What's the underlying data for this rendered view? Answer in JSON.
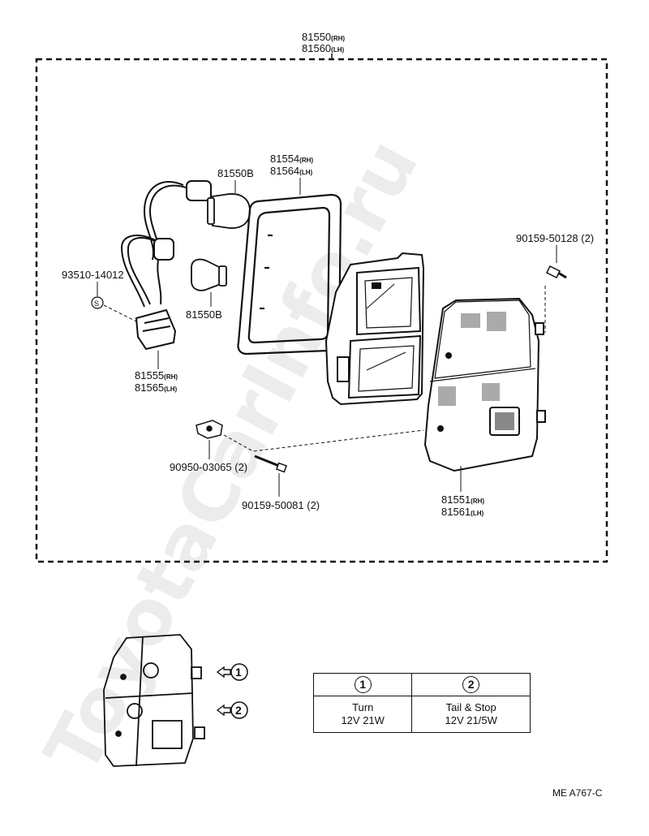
{
  "watermark": "ToyotaCarInfo.ru",
  "assembly": {
    "part_rh": "81550",
    "suffix_rh": "(RH)",
    "part_lh": "81560",
    "suffix_lh": "(LH)"
  },
  "parts": {
    "lens_gasket": {
      "rh": "81554",
      "rh_suffix": "(RH)",
      "lh": "81564",
      "lh_suffix": "(LH)"
    },
    "bulb_top": "81550B",
    "bulb_bottom": "81550B",
    "socket_clip": "93510-14012",
    "socket_clip_symbol": "S",
    "socket_wire": {
      "rh": "81555",
      "rh_suffix": "(RH)",
      "lh": "81565",
      "lh_suffix": "(LH)"
    },
    "screw_top": "90159-50128 (2)",
    "nut": "90950-03065 (2)",
    "screw_bottom": "90159-50081 (2)",
    "lens": {
      "rh": "81551",
      "rh_suffix": "(RH)",
      "lh": "81561",
      "lh_suffix": "(LH)"
    }
  },
  "bulb_table": {
    "headers": [
      "1",
      "2"
    ],
    "rows": [
      {
        "function": "Turn",
        "spec": "12V 21W"
      },
      {
        "function": "Tail & Stop",
        "spec": "12V 21/5W"
      }
    ]
  },
  "callouts": [
    "1",
    "2"
  ],
  "diagram_code": "ME A767-C"
}
